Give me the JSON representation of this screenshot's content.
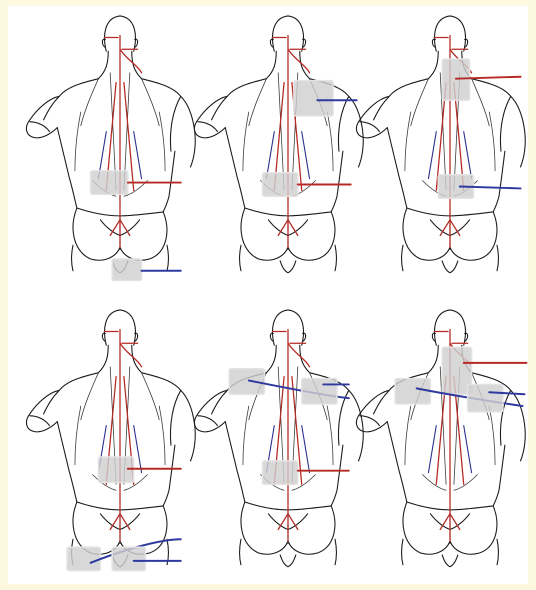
{
  "colors": {
    "page_background": "#fdf9e0",
    "sheet_background": "#ffffff",
    "outline": "#1b1b1b",
    "nerve_red": "#b52a24",
    "nerve_blue": "#2a2f8f",
    "electrode_pad": "#cfcfcf",
    "lead_red": "#b52a24",
    "lead_blue": "#2e3a9f"
  },
  "panels": [
    {
      "name": "panel-1",
      "electrodes": [
        {
          "name": "lower-back-electrode",
          "site": "lower-back",
          "lead": "red"
        },
        {
          "name": "buttock-electrode",
          "site": "right-buttock",
          "lead": "blue"
        }
      ]
    },
    {
      "name": "panel-2",
      "electrodes": [
        {
          "name": "shoulder-electrode",
          "site": "right-shoulder-blade",
          "lead": "blue"
        },
        {
          "name": "lower-back-electrode",
          "site": "lower-back",
          "lead": "red"
        }
      ]
    },
    {
      "name": "panel-3",
      "electrodes": [
        {
          "name": "neck-electrode",
          "site": "neck",
          "lead": "red"
        },
        {
          "name": "lower-back-electrode",
          "site": "lower-back",
          "lead": "blue"
        }
      ]
    },
    {
      "name": "panel-4",
      "electrodes": [
        {
          "name": "lower-back-electrode",
          "site": "lower-back",
          "lead": "red"
        },
        {
          "name": "left-buttock-electrode",
          "site": "left-buttock",
          "lead": "blue"
        },
        {
          "name": "right-buttock-electrode",
          "site": "right-buttock",
          "lead": "blue"
        }
      ]
    },
    {
      "name": "panel-5",
      "electrodes": [
        {
          "name": "left-shoulder-electrode",
          "site": "left-shoulder",
          "lead": "blue"
        },
        {
          "name": "right-shoulder-electrode",
          "site": "right-shoulder",
          "lead": "blue"
        },
        {
          "name": "lower-back-electrode",
          "site": "lower-back",
          "lead": "red"
        }
      ]
    },
    {
      "name": "panel-6",
      "electrodes": [
        {
          "name": "neck-electrode",
          "site": "neck",
          "lead": "red"
        },
        {
          "name": "left-shoulder-electrode",
          "site": "left-shoulder",
          "lead": "blue"
        },
        {
          "name": "right-shoulder-electrode",
          "site": "right-shoulder",
          "lead": "blue"
        }
      ]
    }
  ]
}
